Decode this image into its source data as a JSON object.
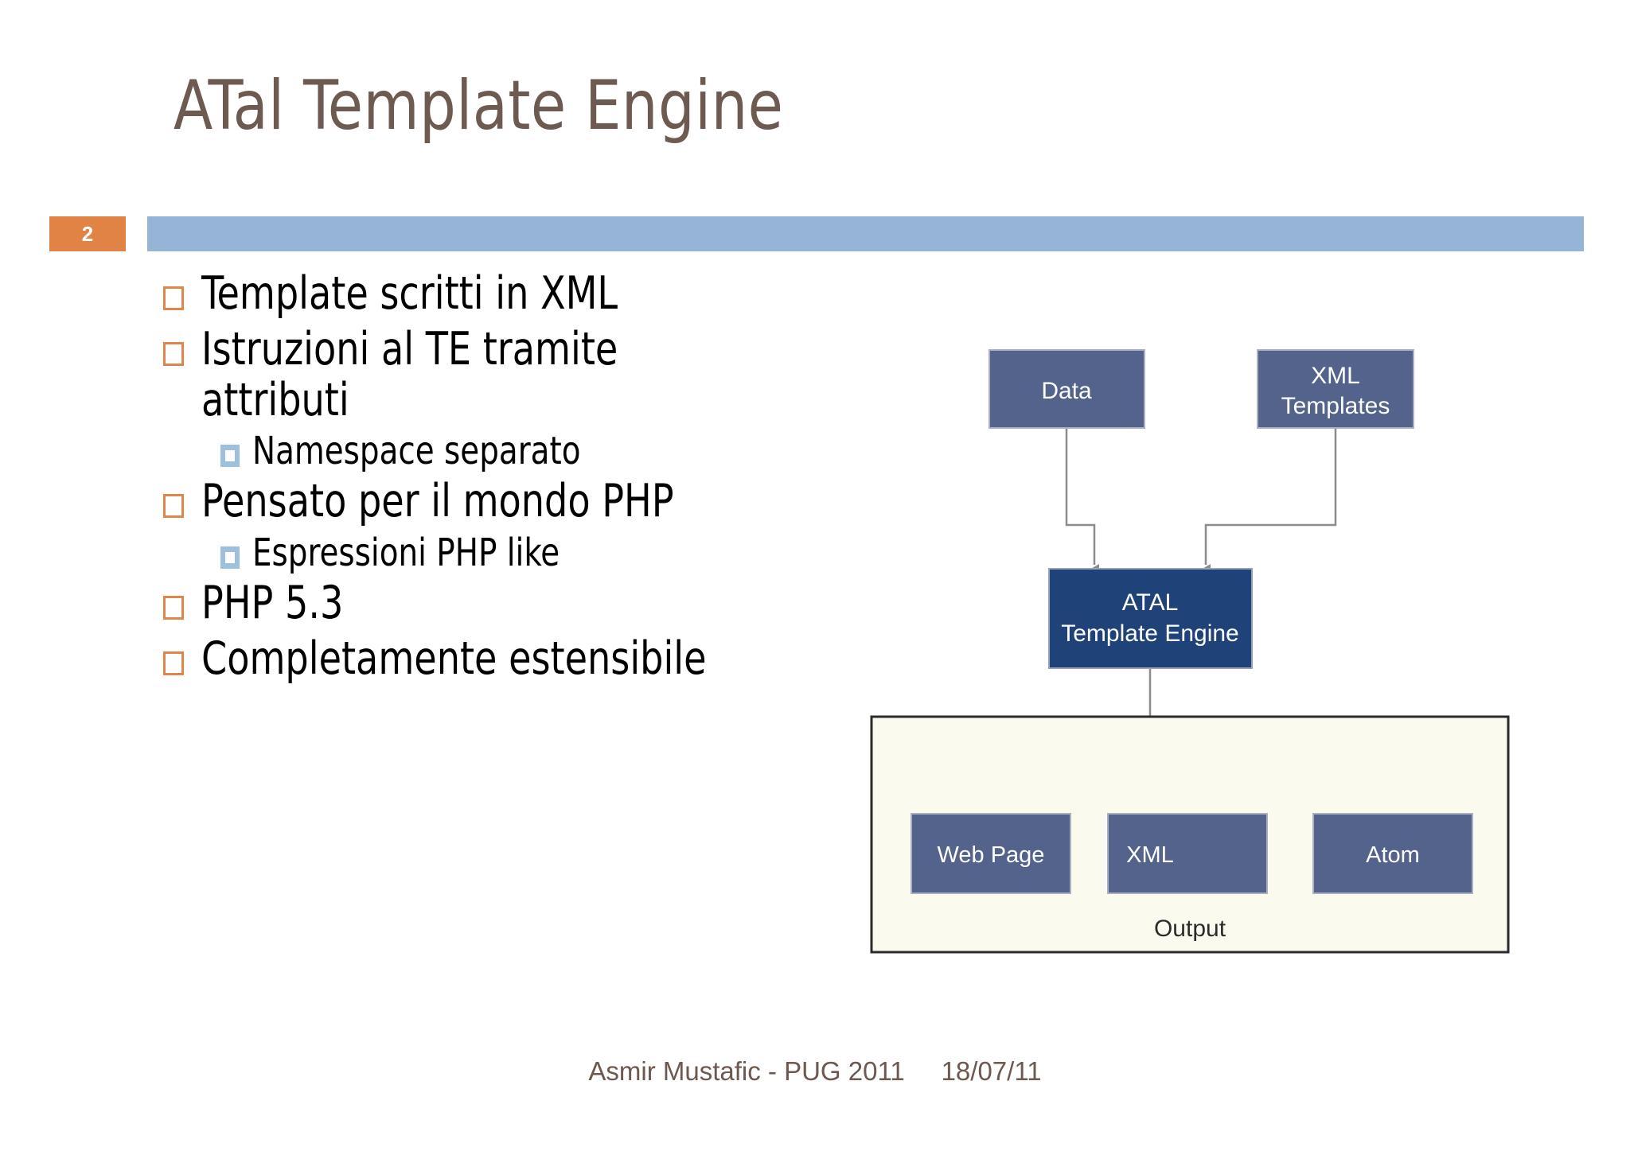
{
  "slide": {
    "title": "ATal Template Engine",
    "page_number": "2",
    "footer": "Asmir Mustafic - PUG 2011     18/07/11"
  },
  "colors": {
    "title_text": "#6d5a51",
    "badge_bg": "#e08344",
    "badge_text": "#ffffff",
    "rule_bar": "#96b5d6",
    "bullet_marker_level1": "#e0864b",
    "bullet_marker_level2": "#9ec0dd",
    "body_text": "#000000",
    "node_fill_light": "#53638c",
    "node_fill_dark": "#1f4379",
    "node_text": "#ffffff",
    "output_panel_bg": "#fbfaee",
    "output_panel_border": "#2b2b2b",
    "connector": "#8c8c8c",
    "footer_text": "#6e584f"
  },
  "bullets": [
    {
      "level": 1,
      "text": "Template scritti in XML"
    },
    {
      "level": 1,
      "text": "Istruzioni al TE tramite attributi"
    },
    {
      "level": 2,
      "text": "Namespace separato"
    },
    {
      "level": 1,
      "text": "Pensato per il mondo PHP"
    },
    {
      "level": 2,
      "text": "Espressioni PHP like"
    },
    {
      "level": 1,
      "text": "PHP 5.3"
    },
    {
      "level": 1,
      "text": "Completamente estensibile"
    }
  ],
  "diagram": {
    "nodes": {
      "data": "Data",
      "xml_templates_line1": "XML",
      "xml_templates_line2": "Templates",
      "engine_line1": "ATAL",
      "engine_line2": "Template Engine",
      "web_page": "Web Page",
      "xml": "XML",
      "atom": "Atom"
    },
    "panel_label": "Output"
  }
}
